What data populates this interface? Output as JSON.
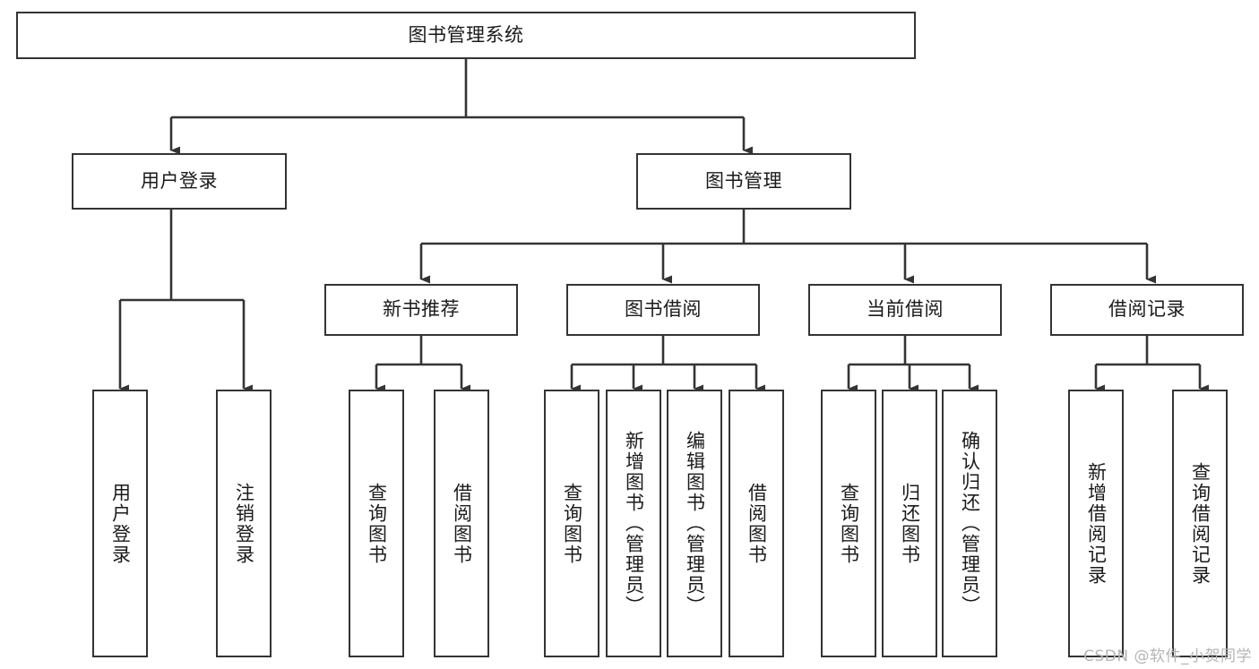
{
  "diagram": {
    "title_node": {
      "label": "图书管理系统"
    },
    "level2": [
      {
        "id": "user-login",
        "label": "用户登录"
      },
      {
        "id": "book-management",
        "label": "图书管理"
      }
    ],
    "level3": [
      {
        "id": "new-book-recommend",
        "label": "新书推荐"
      },
      {
        "id": "book-borrow",
        "label": "图书借阅"
      },
      {
        "id": "current-borrow",
        "label": "当前借阅"
      },
      {
        "id": "borrow-record",
        "label": "借阅记录"
      }
    ],
    "leaves": [
      {
        "id": "leaf-user-login",
        "label": "用户登录",
        "parent": "user-login"
      },
      {
        "id": "leaf-logout-login",
        "label": "注销登录",
        "parent": "user-login"
      },
      {
        "id": "leaf-query-book-1",
        "label": "查询图书",
        "parent": "new-book-recommend"
      },
      {
        "id": "leaf-borrow-book-1",
        "label": "借阅图书",
        "parent": "new-book-recommend"
      },
      {
        "id": "leaf-query-book-2",
        "label": "查询图书",
        "parent": "book-borrow"
      },
      {
        "id": "leaf-add-book",
        "label": "新增图书（管理员）",
        "parent": "book-borrow"
      },
      {
        "id": "leaf-edit-book",
        "label": "编辑图书（管理员）",
        "parent": "book-borrow"
      },
      {
        "id": "leaf-borrow-book-2",
        "label": "借阅图书",
        "parent": "book-borrow"
      },
      {
        "id": "leaf-query-book-3",
        "label": "查询图书",
        "parent": "current-borrow"
      },
      {
        "id": "leaf-return-book",
        "label": "归还图书",
        "parent": "current-borrow"
      },
      {
        "id": "leaf-confirm-return",
        "label": "确认归还（管理员）",
        "parent": "current-borrow"
      },
      {
        "id": "leaf-add-record",
        "label": "新增借阅记录",
        "parent": "borrow-record"
      },
      {
        "id": "leaf-query-record",
        "label": "查询借阅记录",
        "parent": "borrow-record"
      }
    ],
    "colors": {
      "stroke": "#343434",
      "box_fill": "#ffffff",
      "text": "#1a1a1a",
      "background": "#ffffff",
      "watermark": "#b4b4b4"
    }
  },
  "watermark": {
    "text": "CSDN @软件_小贺同学"
  }
}
